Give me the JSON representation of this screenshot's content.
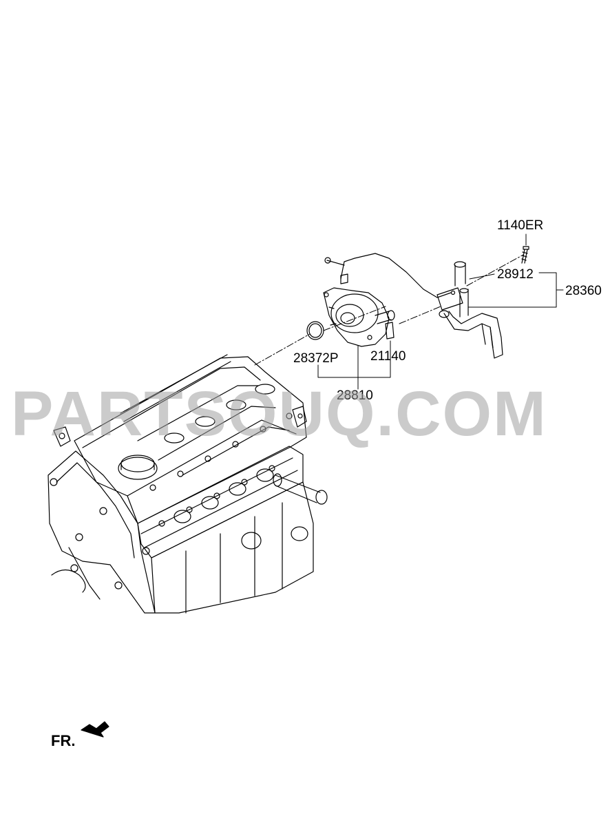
{
  "colors": {
    "line": "#000000",
    "background": "#ffffff",
    "watermark": "#a0a0a0"
  },
  "callouts": {
    "bolt": "1140ER",
    "hose": "28912",
    "hose_assembly": "28360",
    "o_ring": "28372P",
    "cap": "21140",
    "vacuum_pump": "28810"
  },
  "orientation": {
    "label": "FR.",
    "icon": "front-arrow-icon"
  },
  "watermark": {
    "text": "PARTSOUQ.COM"
  }
}
